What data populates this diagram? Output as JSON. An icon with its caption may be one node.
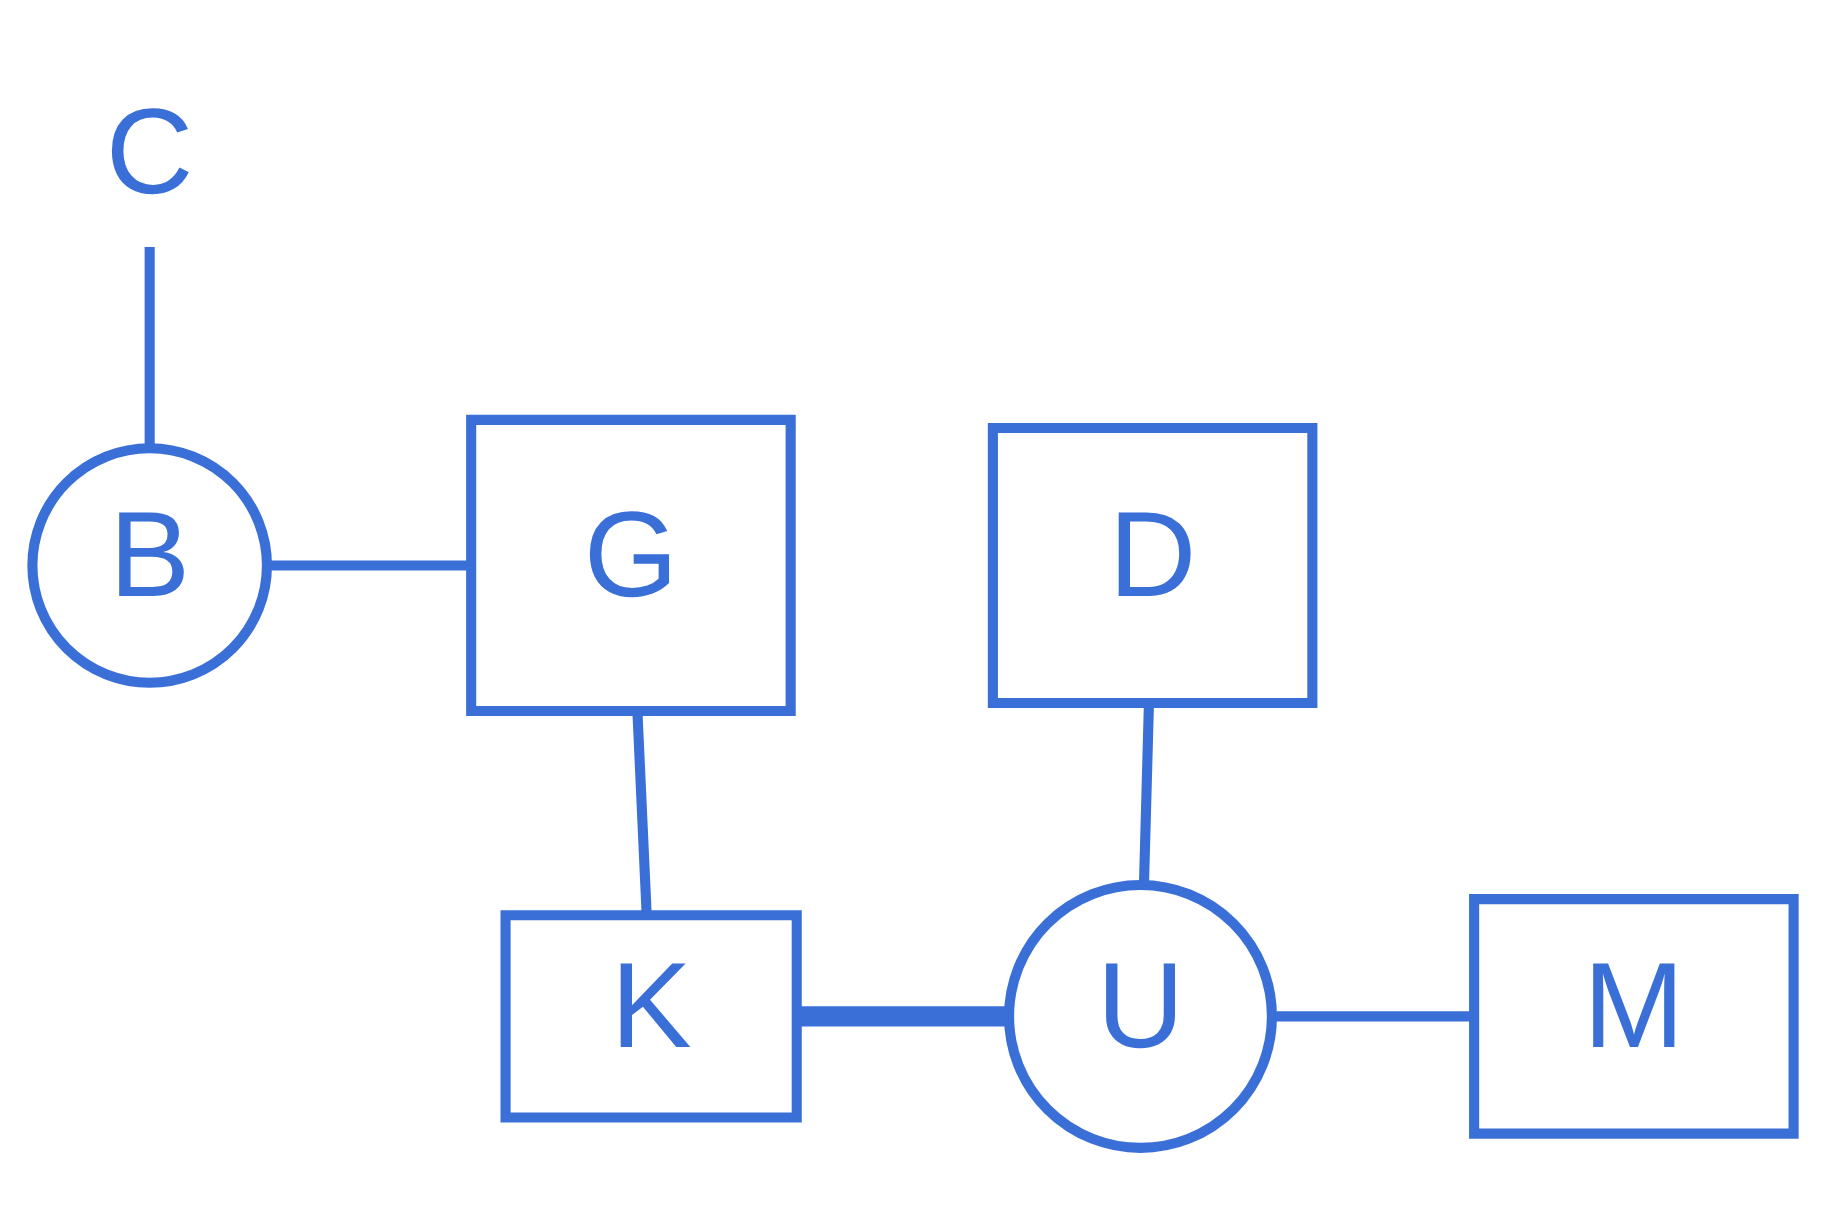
{
  "diagram": {
    "nodes": [
      {
        "text": [
          "C"
        ]
      },
      {
        "text": [
          "B"
        ]
      },
      {
        "text": [
          "G"
        ]
      },
      {
        "text": [
          "D"
        ]
      },
      {
        "text": [
          "K"
        ]
      },
      {
        "text": [
          "U"
        ]
      },
      {
        "text": [
          "M"
        ]
      }
    ],
    "edges": [
      {
        "from": 0,
        "to": 1,
        "arrow": "none"
      },
      {
        "from": 1,
        "to": 2,
        "arrow": "none"
      },
      {
        "from": 2,
        "to": 4,
        "arrow": "none"
      },
      {
        "from": 3,
        "to": 5,
        "arrow": "none"
      },
      {
        "from": 4,
        "to": 5,
        "arrow": "none",
        "style": "thick"
      },
      {
        "from": 5,
        "to": 6,
        "arrow": "none"
      }
    ]
  }
}
